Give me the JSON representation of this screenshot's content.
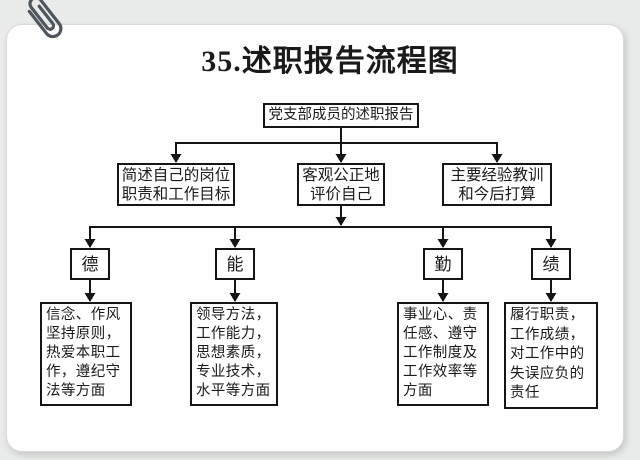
{
  "title": "35.述职报告流程图",
  "colors": {
    "page_bg": "#e9ebea",
    "card_bg": "#ffffff",
    "line": "#151515",
    "box_border": "#151515",
    "paperclip": "#4e565c"
  },
  "icons": {
    "top_left": "paperclip-icon"
  },
  "flowchart": {
    "root": {
      "label": "党支部成员的述职报告"
    },
    "branches": [
      {
        "label": "简述自己的岗位\n职责和工作目标"
      },
      {
        "label": "客观公正地\n评价自己"
      },
      {
        "label": "主要经验教训\n和今后打算"
      }
    ],
    "categories": [
      {
        "label": "德"
      },
      {
        "label": "能"
      },
      {
        "label": "勤"
      },
      {
        "label": "绩"
      }
    ],
    "details": [
      {
        "label": "信念、作风\n坚持原则，\n热爱本职工\n作，遵纪守\n法等方面"
      },
      {
        "label": "领导方法，\n工作能力，\n思想素质，\n专业技术，\n水平等方面"
      },
      {
        "label": "事业心、责\n任感、遵守\n工作制度及\n工作效率等\n方面"
      },
      {
        "label": "履行职责，\n工作成绩，\n对工作中的\n失误应负的\n责任"
      }
    ]
  }
}
